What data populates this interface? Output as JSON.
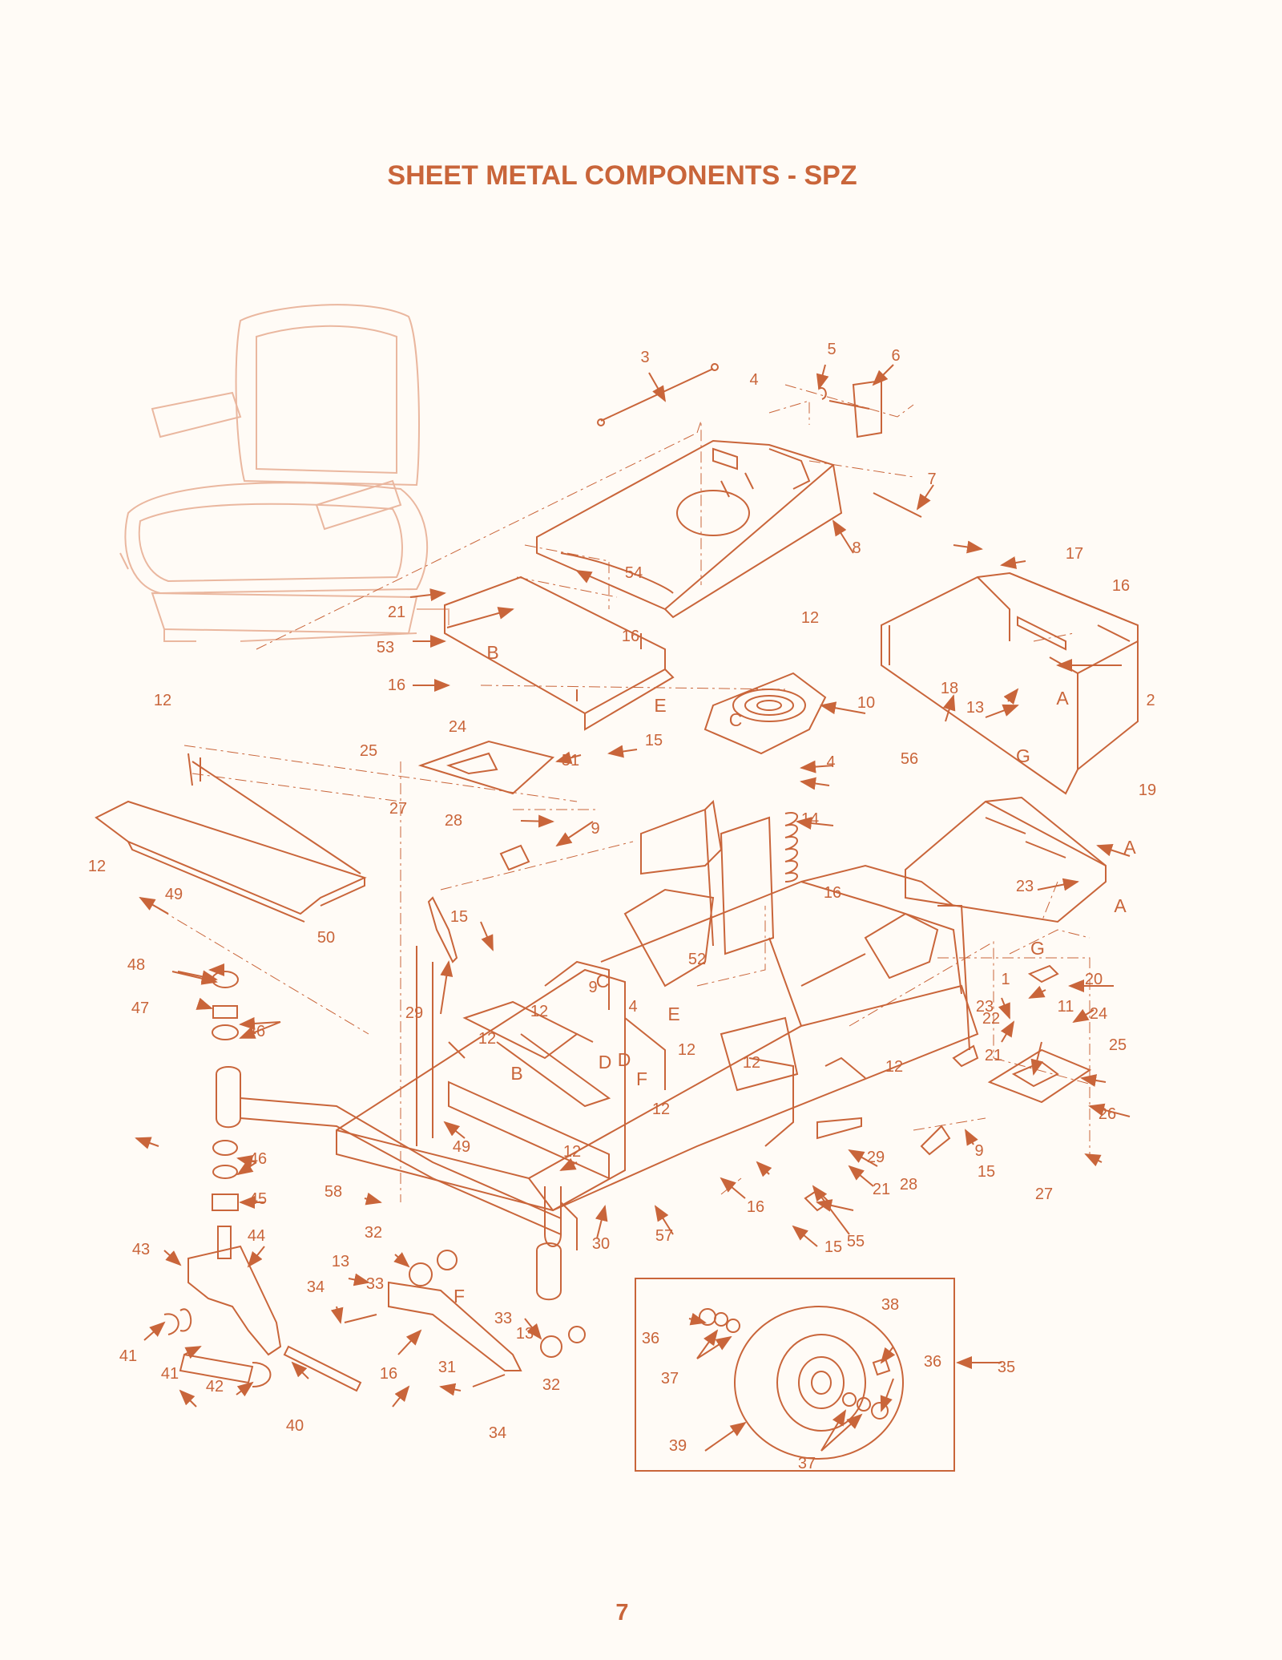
{
  "title": "SHEET METAL COMPONENTS - SPZ",
  "page_number": "7",
  "colors": {
    "ink": "#c9653a",
    "faint": "#eab79f",
    "paper": "#fffbf6"
  },
  "callouts": [
    "1",
    "2",
    "3",
    "4",
    "4",
    "4",
    "5",
    "6",
    "7",
    "8",
    "9",
    "9",
    "9",
    "10",
    "11",
    "12",
    "12",
    "12",
    "12",
    "12",
    "12",
    "12",
    "12",
    "12",
    "12",
    "13",
    "13",
    "13",
    "14",
    "15",
    "15",
    "15",
    "15",
    "16",
    "16",
    "16",
    "16",
    "16",
    "16",
    "17",
    "18",
    "19",
    "20",
    "21",
    "21",
    "21",
    "22",
    "23",
    "23",
    "24",
    "24",
    "25",
    "25",
    "26",
    "27",
    "27",
    "28",
    "28",
    "29",
    "29",
    "30",
    "31",
    "32",
    "32",
    "33",
    "33",
    "34",
    "34",
    "35",
    "36",
    "36",
    "37",
    "37",
    "38",
    "39",
    "40",
    "41",
    "41",
    "42",
    "43",
    "44",
    "45",
    "46",
    "46",
    "47",
    "48",
    "49",
    "49",
    "50",
    "51",
    "52",
    "53",
    "54",
    "55",
    "56",
    "57",
    "58"
  ],
  "reference_letters": [
    "A",
    "A",
    "A",
    "B",
    "B",
    "C",
    "C",
    "D",
    "D",
    "E",
    "E",
    "F",
    "F",
    "G",
    "G"
  ]
}
